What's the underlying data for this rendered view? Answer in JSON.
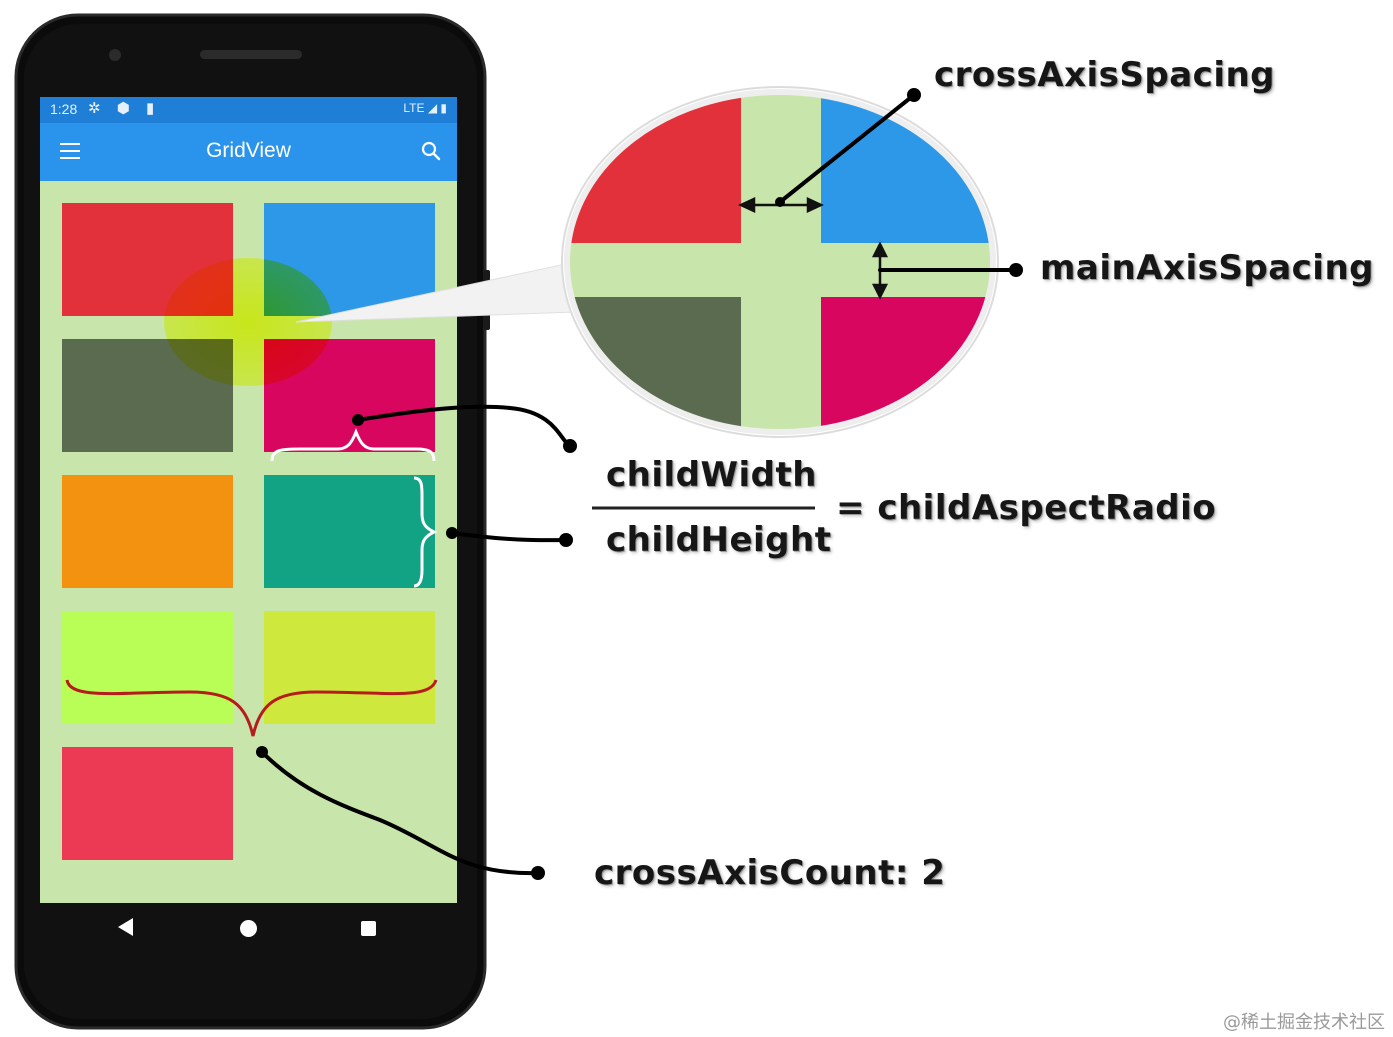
{
  "phone": {
    "status_time": "1:28",
    "status_icons": "✲ ⬢ ▮",
    "status_right": "LTE ◢ ▮",
    "app_title": "GridView",
    "menu_icon": "hamburger-menu-icon",
    "search_icon": "search-icon",
    "nav_icons": [
      "back-icon",
      "home-icon",
      "recent-apps-icon"
    ]
  },
  "grid": {
    "cross_axis_count": 2,
    "tiles": [
      "#e2313b",
      "#2e98e8",
      "#5b6b4f",
      "#d8065f",
      "#f39210",
      "#11a384",
      "#b8fe57",
      "#cfe83d",
      "#ed3a54"
    ],
    "background": "#c8e6ab"
  },
  "labels": {
    "cross_axis_spacing": "crossAxisSpacing",
    "main_axis_spacing": "mainAxisSpacing",
    "child_width": "childWidth",
    "child_height": "childHeight",
    "aspect": "= childAspectRadio",
    "cross_axis_count": "crossAxisCount: 2"
  },
  "watermark": "@稀土掘金技术社区"
}
